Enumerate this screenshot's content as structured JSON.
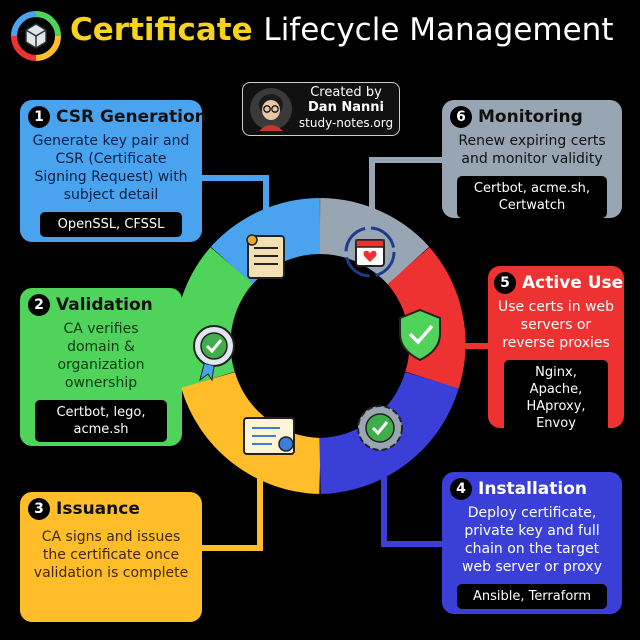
{
  "header": {
    "title_part1": "Certificate",
    "title_part2": "Lifecycle Management"
  },
  "credit": {
    "line1": "Created by",
    "author": "Dan Nanni",
    "site": "study-notes.org"
  },
  "steps": [
    {
      "number": "1",
      "title": "CSR Generation",
      "description": "Generate key pair and CSR (Certificate Signing Request) with subject detail",
      "tools": "OpenSSL, CFSSL",
      "color": "#4aa3ef"
    },
    {
      "number": "2",
      "title": "Validation",
      "description": "CA verifies domain & organization ownership",
      "tools": "Certbot, lego, acme.sh",
      "color": "#4fd35a"
    },
    {
      "number": "3",
      "title": "Issuance",
      "description": "CA signs and issues the certificate once validation is complete",
      "tools": "",
      "color": "#ffbd2a"
    },
    {
      "number": "4",
      "title": "Installation",
      "description": "Deploy certificate, private key and full chain on the target web server or proxy",
      "tools": "Ansible, Terraform",
      "color": "#3a3fd8"
    },
    {
      "number": "5",
      "title": "Active Use",
      "description": "Use certs in web servers or reverse proxies",
      "tools": "Nginx, Apache, HAproxy, Envoy",
      "color": "#ee3232"
    },
    {
      "number": "6",
      "title": "Monitoring",
      "description": "Renew expiring certs and monitor validity",
      "tools": "Certbot, acme.sh, Certwatch",
      "color": "#98a6b4"
    }
  ],
  "icons": [
    "document-icon",
    "badge-check-icon",
    "certificate-icon",
    "gear-check-icon",
    "shield-check-icon",
    "calendar-refresh-icon"
  ]
}
